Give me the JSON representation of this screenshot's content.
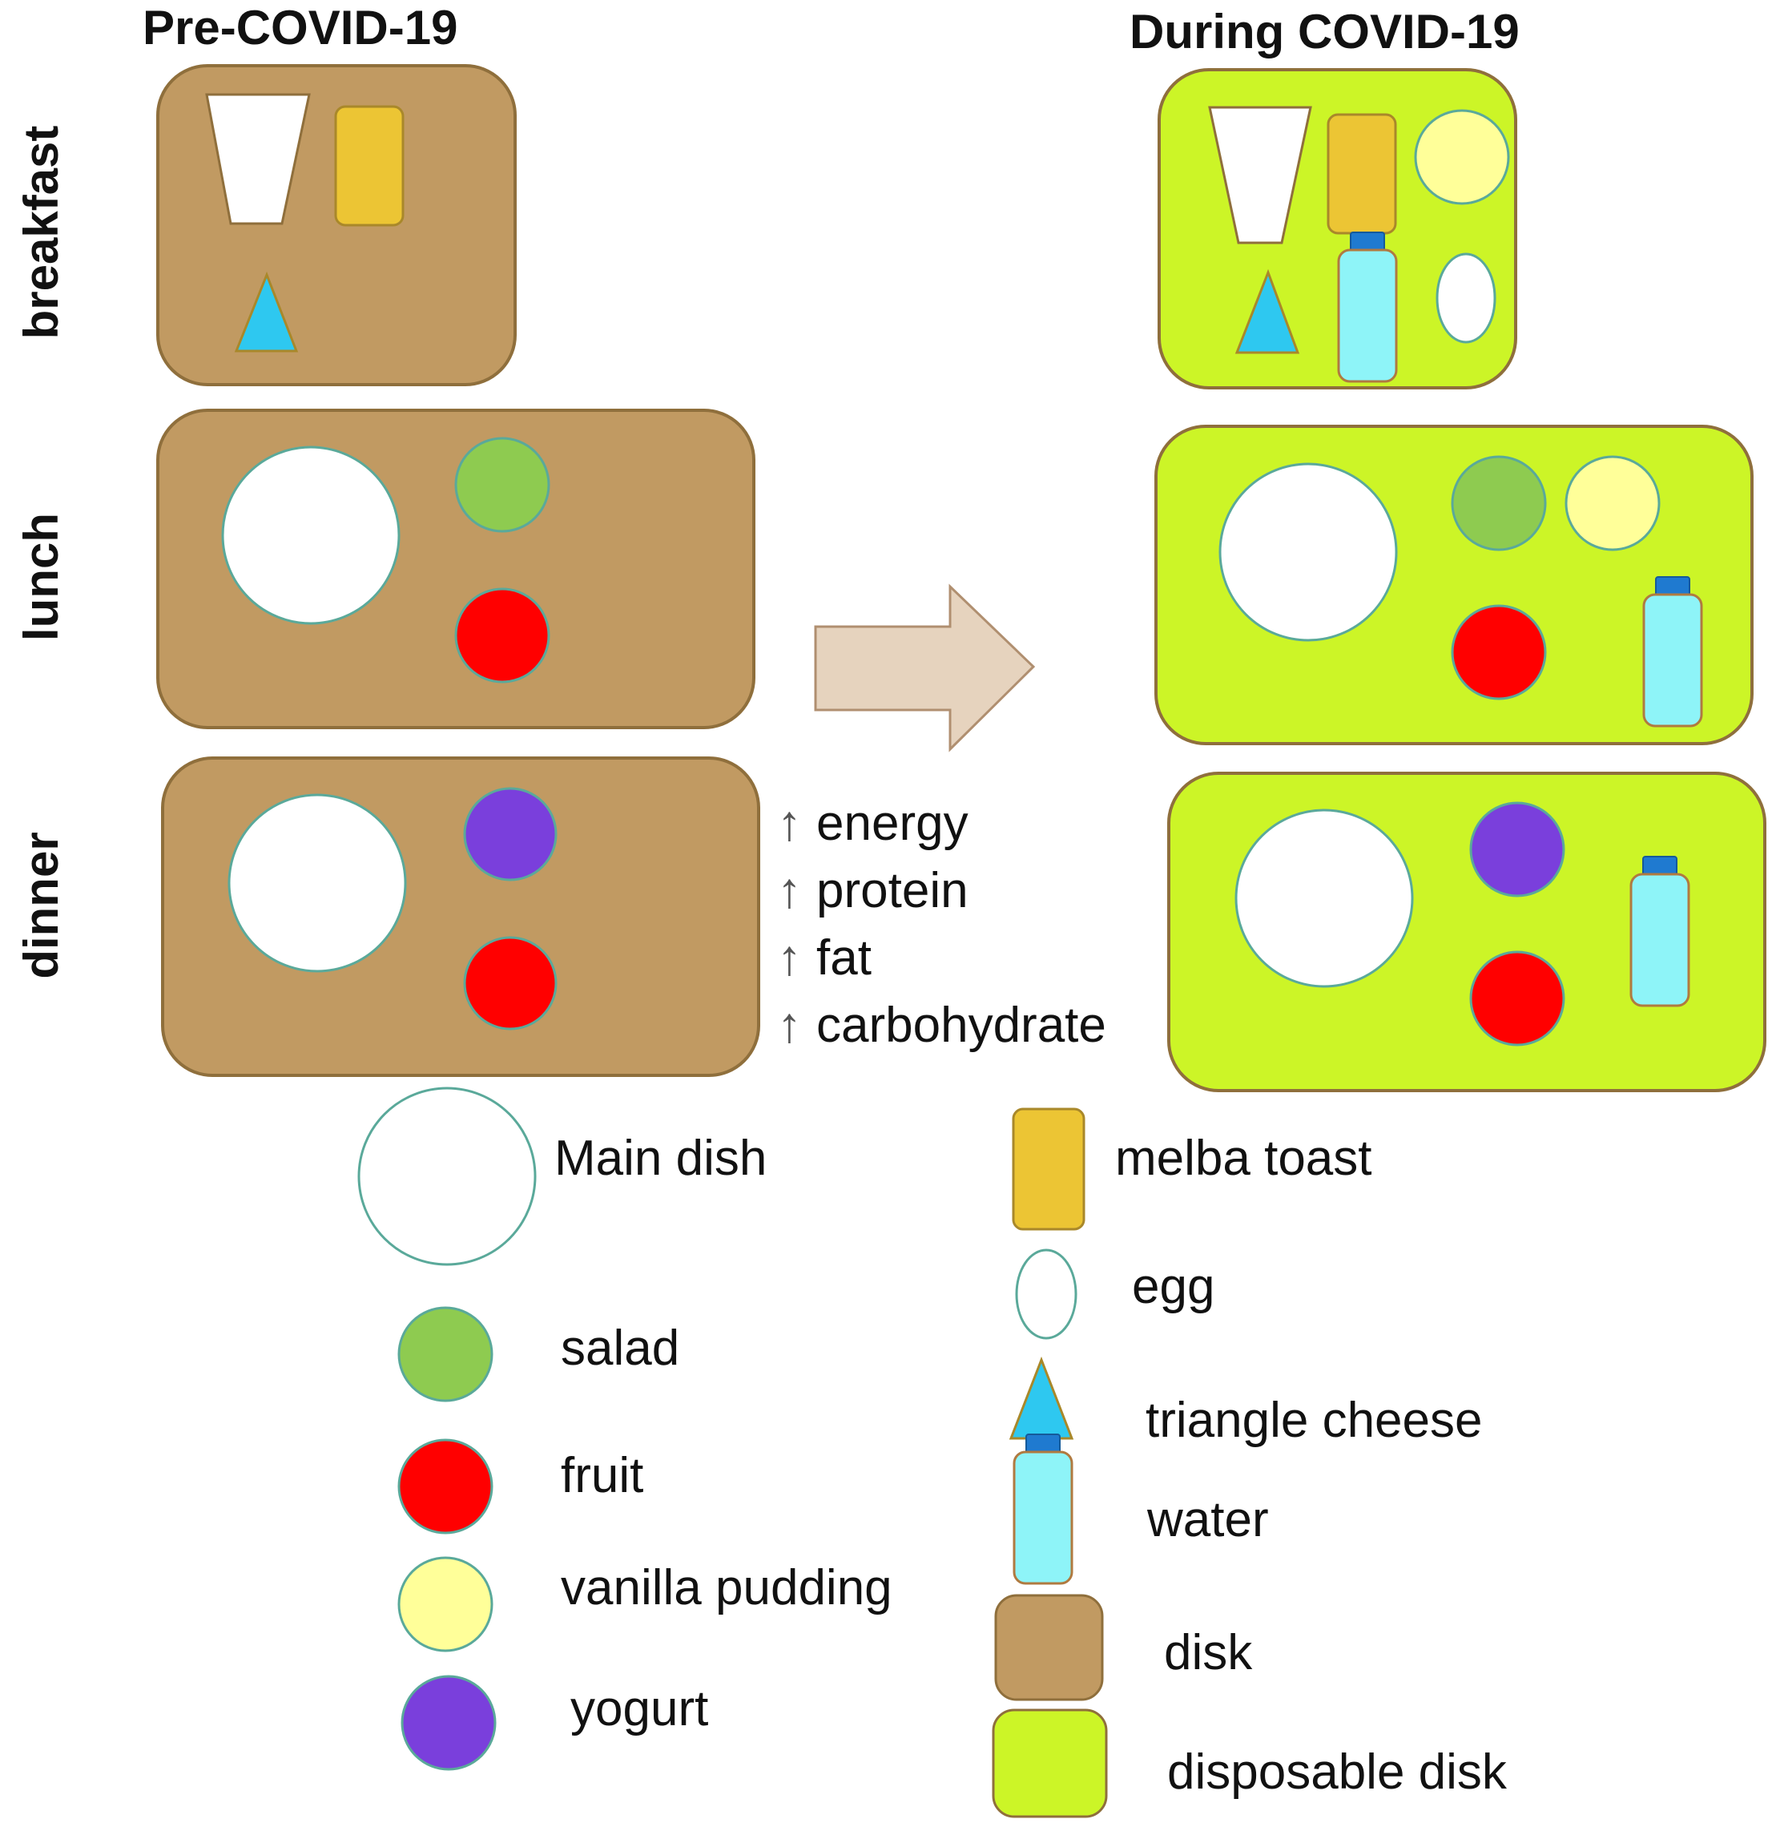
{
  "headers": {
    "pre": "Pre-COVID-19",
    "during": "During COVID-19"
  },
  "meals": {
    "breakfast": "breakfast",
    "lunch": "lunch",
    "dinner": "dinner"
  },
  "nutrients": [
    {
      "arrow": "↑",
      "label": "energy"
    },
    {
      "arrow": "↑",
      "label": "protein"
    },
    {
      "arrow": "↑",
      "label": "fat"
    },
    {
      "arrow": "↑",
      "label": "carbohydrate"
    }
  ],
  "legend": {
    "main_dish": "Main dish",
    "salad": "salad",
    "fruit": "fruit",
    "vanilla_pudding": "vanilla pudding",
    "yogurt": "yogurt",
    "melba_toast": "melba toast",
    "egg": "egg",
    "triangle_cheese": "triangle cheese",
    "water": "water",
    "disk": "disk",
    "disposable_disk": "disposable disk"
  },
  "colors": {
    "disk": "#c19a62",
    "disposable_disk": "#ccf527",
    "main_dish": "#ffffff",
    "salad": "#8ecb50",
    "fruit": "#ff0000",
    "vanilla_pudding": "#ffff99",
    "yogurt": "#7a3fdc",
    "melba_toast": "#ecc534",
    "egg": "#ffffff",
    "triangle_cheese": "#2ec8f0",
    "water": "#8ef4f8",
    "water_cap": "#1f7ad0",
    "outline": "#5aa99a",
    "arrow": "#e6d3be"
  }
}
